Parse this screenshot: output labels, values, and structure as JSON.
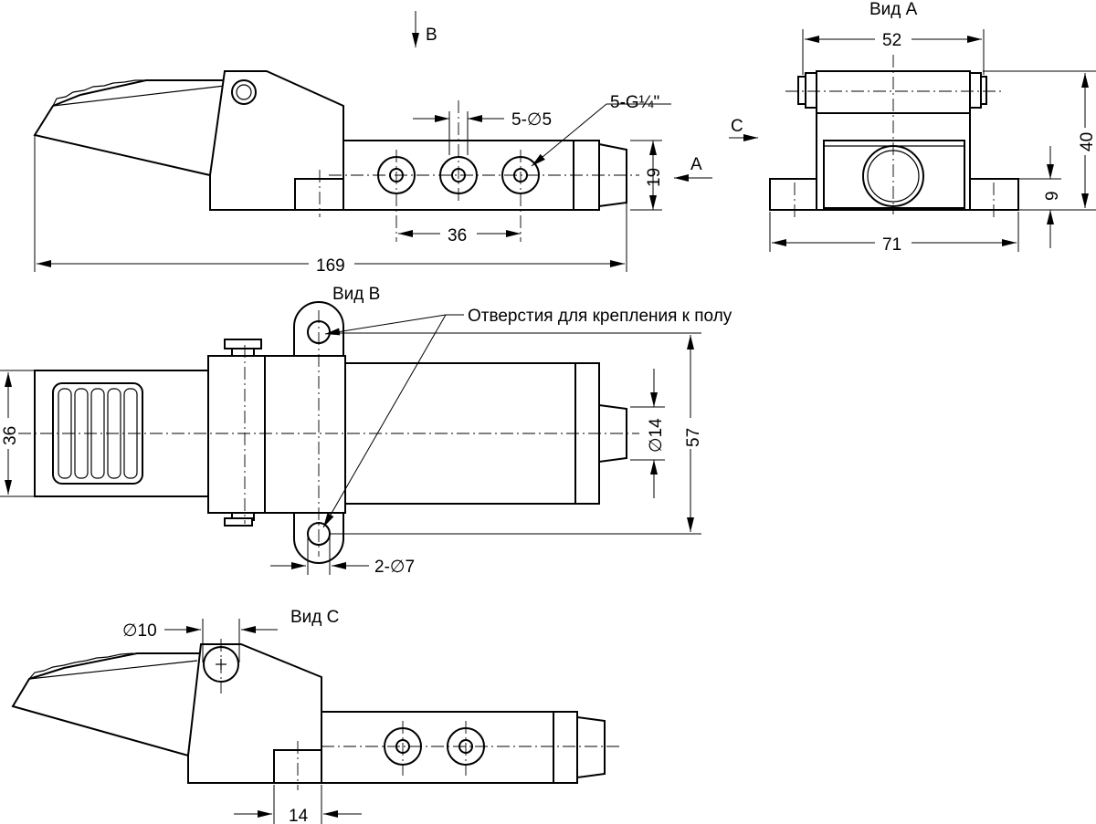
{
  "views": {
    "front": {
      "arrow_b": "B",
      "arrow_a": "A"
    },
    "view_a": {
      "title": "Вид А",
      "arrow_c": "C"
    },
    "view_b": {
      "title": "Вид В"
    },
    "view_c": {
      "title": "Вид С"
    }
  },
  "dimensions": {
    "overall_length": "169",
    "port_pitch": "36",
    "body_height": "19",
    "port_holes": "5-∅5",
    "port_thread": "5-G¼\"",
    "view_a_top_width": "52",
    "view_a_base_width": "71",
    "view_a_height": "40",
    "view_a_base_height": "9",
    "view_b_pedal_width": "36",
    "view_b_mount_span": "57",
    "view_b_nozzle_dia": "∅14",
    "mount_holes": "2-∅7",
    "view_c_pin_dia": "∅10",
    "view_c_foot_width": "14"
  },
  "annotations": {
    "mount_holes_note": "Отверстия для крепления к полу"
  }
}
